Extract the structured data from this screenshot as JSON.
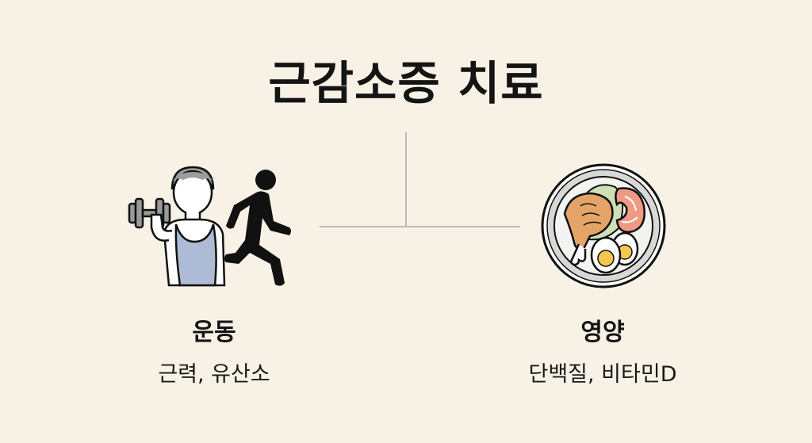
{
  "title": "근감소증 치료",
  "branches": [
    {
      "label": "운동",
      "detail": "근력, 유산소",
      "icon": "exercise-icon"
    },
    {
      "label": "영양",
      "detail": "단백질, 비타민D",
      "icon": "nutrition-plate-icon"
    }
  ],
  "colors": {
    "background": "#f7f2e5",
    "connector": "#b9b9b9",
    "tank_top": "#aebbd6",
    "plate_rim": "#d8d8d6"
  }
}
